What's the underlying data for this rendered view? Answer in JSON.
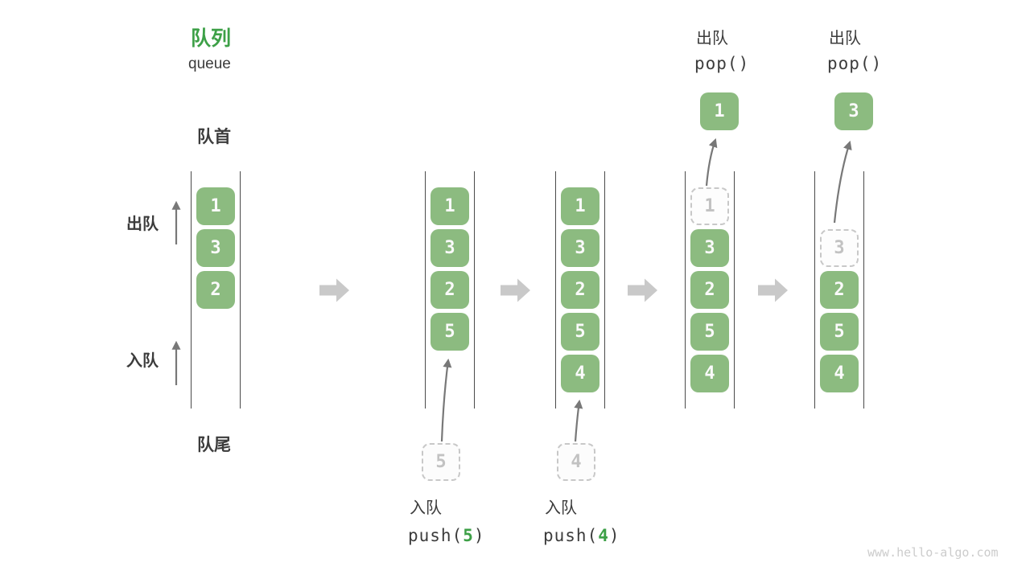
{
  "header": {
    "title_zh": "队列",
    "title_en": "queue"
  },
  "side_labels": {
    "front": "队首",
    "rear": "队尾",
    "dequeue": "出队",
    "enqueue": "入队"
  },
  "columns": [
    {
      "boxes": [
        {
          "value": "1"
        },
        {
          "value": "3"
        },
        {
          "value": "2"
        }
      ]
    },
    {
      "boxes": [
        {
          "value": "1"
        },
        {
          "value": "3"
        },
        {
          "value": "2"
        },
        {
          "value": "5"
        }
      ],
      "staging": {
        "value": "5"
      }
    },
    {
      "boxes": [
        {
          "value": "1"
        },
        {
          "value": "3"
        },
        {
          "value": "2"
        },
        {
          "value": "5"
        },
        {
          "value": "4"
        }
      ],
      "staging": {
        "value": "4"
      }
    },
    {
      "boxes": [
        {
          "value": "1",
          "dashed": true
        },
        {
          "value": "3"
        },
        {
          "value": "2"
        },
        {
          "value": "5"
        },
        {
          "value": "4"
        }
      ],
      "popped": {
        "value": "1"
      }
    },
    {
      "boxes": [
        {
          "value": "3",
          "dashed": true
        },
        {
          "value": "2"
        },
        {
          "value": "5"
        },
        {
          "value": "4"
        }
      ],
      "popped": {
        "value": "3"
      }
    }
  ],
  "operations": {
    "push": [
      {
        "label": "入队",
        "fn": "push(",
        "arg": "5",
        "close": ")"
      },
      {
        "label": "入队",
        "fn": "push(",
        "arg": "4",
        "close": ")"
      }
    ],
    "pop": [
      {
        "label": "出队",
        "code": "pop()"
      },
      {
        "label": "出队",
        "code": "pop()"
      }
    ]
  },
  "colors": {
    "accent_green": "#3da047",
    "box_green": "#8cbb80",
    "box_text": "#fafafa",
    "dashed_border": "#c8c8c8",
    "dashed_text": "#c2c2c2",
    "dark_text": "#3c3c3c",
    "column_line": "#4a4a4a",
    "thin_arrow": "#787878",
    "block_arrow": "#c9c9c9",
    "watermark": "#cccccc"
  },
  "watermark": "www.hello-algo.com"
}
